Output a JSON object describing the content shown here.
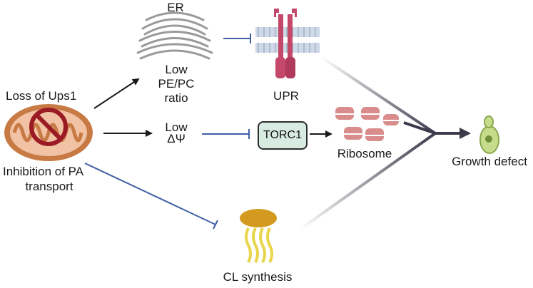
{
  "labels": {
    "loss": "Loss of Ups1",
    "inhibition_line1": "Inhibition of PA",
    "inhibition_line2": "transport",
    "er": "ER",
    "low_pepc_line1": "Low",
    "low_pepc_line2": "PE/PC",
    "low_pepc_line3": "ratio",
    "upr": "UPR",
    "low_psi_line1": "Low",
    "low_psi_line2": "ΔΨ",
    "torc1": "TORC1",
    "ribosome": "Ribosome",
    "growth_defect": "Growth defect",
    "cl_synthesis": "CL synthesis"
  },
  "colors": {
    "activation_arrow": "#1a1a1a",
    "inhibition_line": "#3f5fa6",
    "mitochondrion": "#c87a45",
    "inhibit_sign": "#9b1b24",
    "er": "#9a9a9a",
    "upr_receptor": "#c4486a",
    "torc1_fill": "#d8ebe1",
    "ribosome": "#d98c8c",
    "cell": "#a6c46a",
    "lipid_head": "#d49a1f",
    "lipid_tail": "#e8d54a",
    "converge_arrow": "#3a3a4a"
  },
  "icons": [
    "mitochondrion-icon",
    "prohibited-icon",
    "er-icon",
    "upr-receptor-icon",
    "ribosome-icon",
    "yeast-cell-icon",
    "cardiolipin-icon"
  ]
}
